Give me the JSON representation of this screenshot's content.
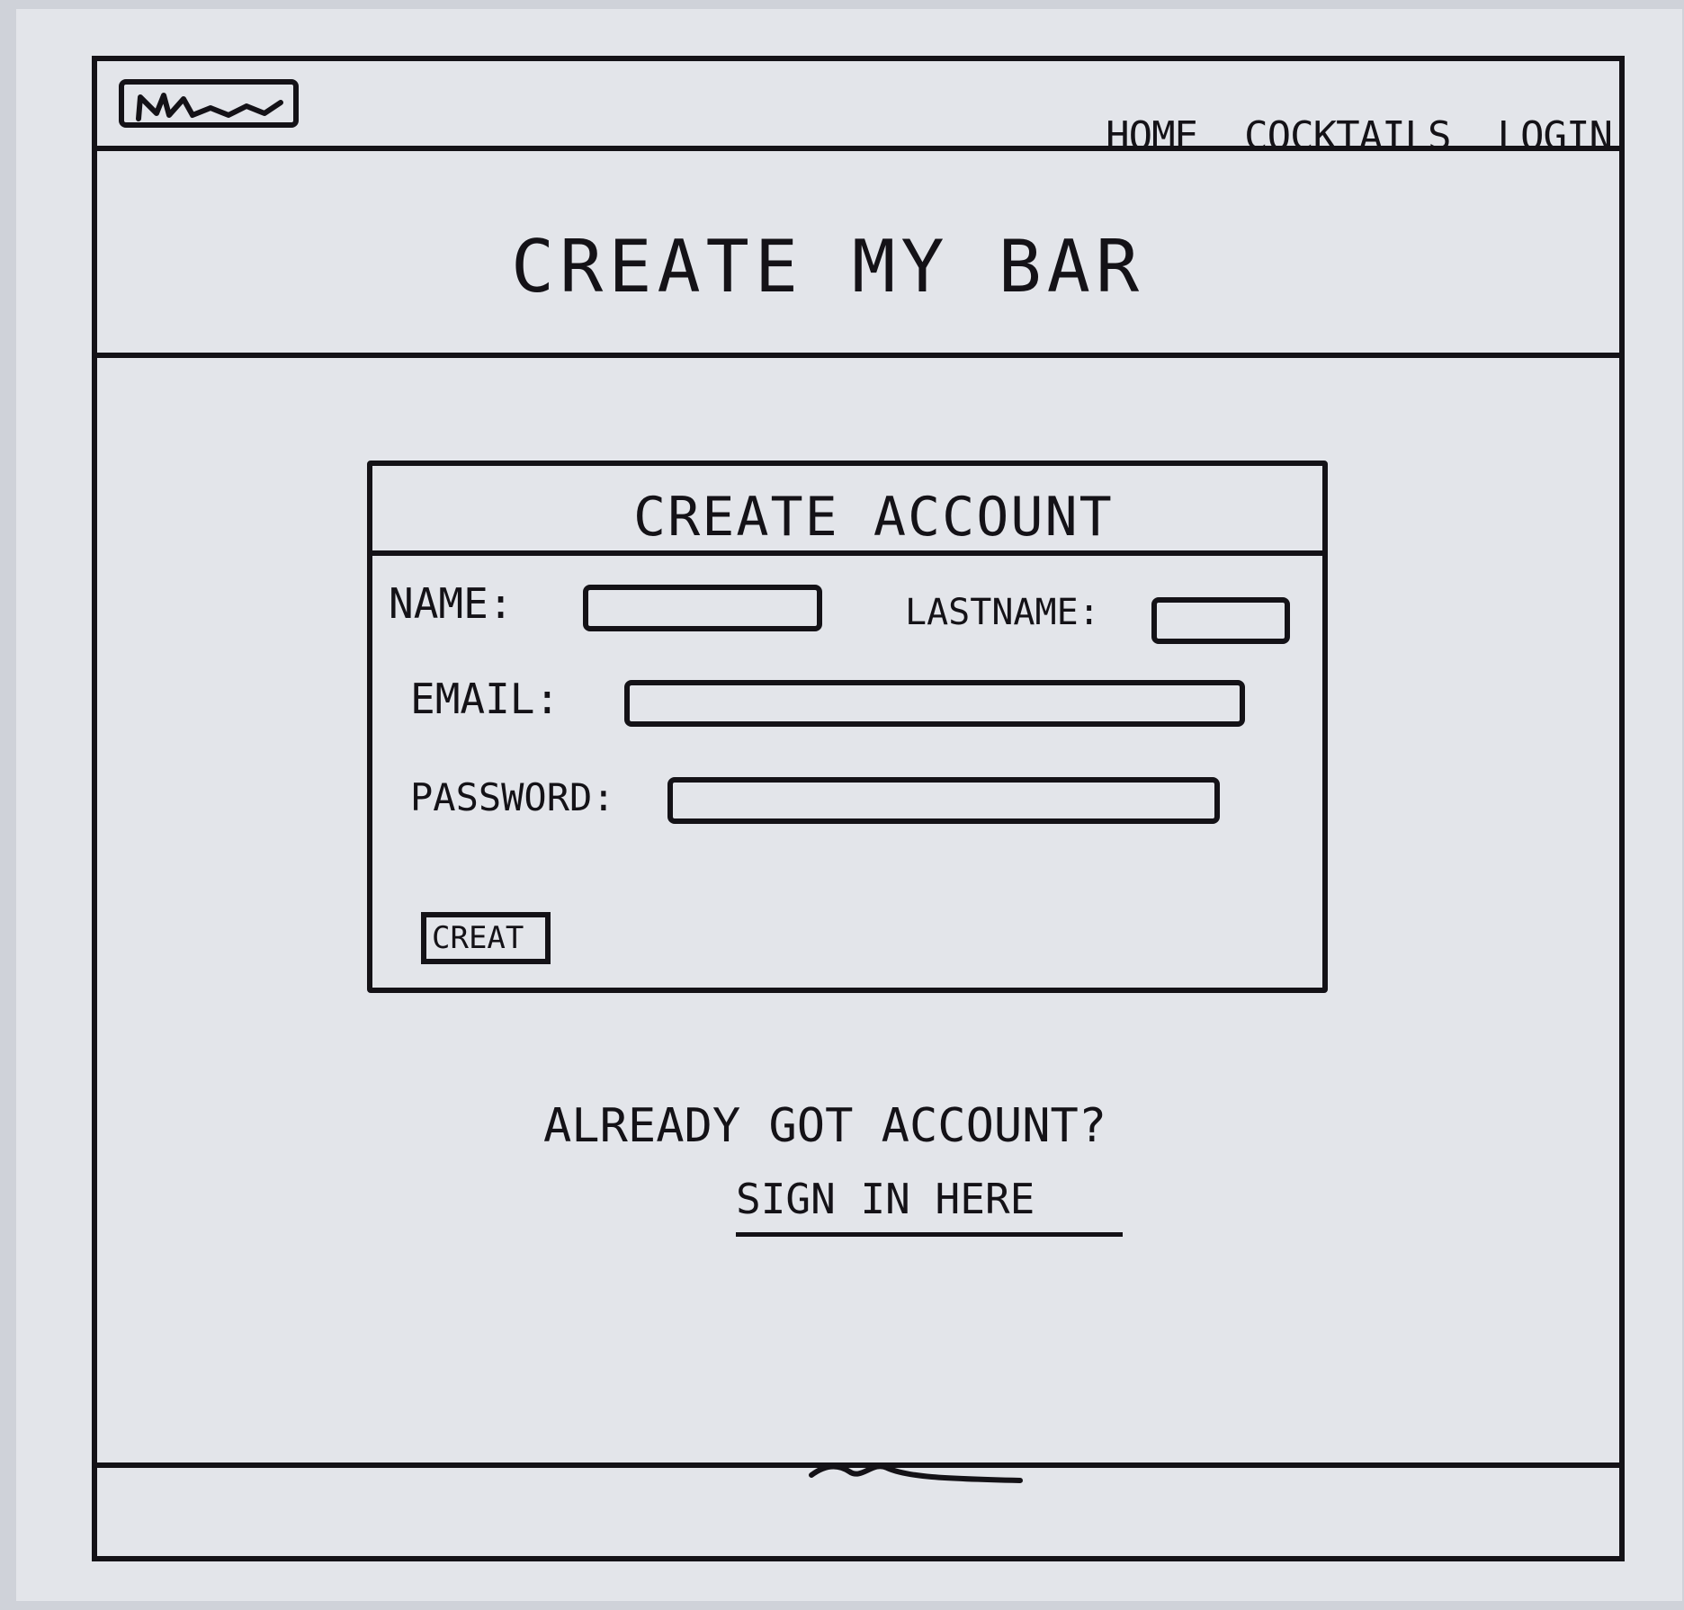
{
  "nav": {
    "logo_icon": "logo-scribble-icon",
    "links": [
      {
        "label": "HOME"
      },
      {
        "label": "COCKTAILS"
      },
      {
        "label": "LOGIN"
      }
    ]
  },
  "hero": {
    "title": "CREATE MY BAR"
  },
  "form": {
    "title": "CREATE ACCOUNT",
    "name_label": "NAME:",
    "lastname_label": "LASTNAME:",
    "email_label": "EMAIL:",
    "password_label": "PASSWORD:",
    "name_value": "",
    "lastname_value": "",
    "email_value": "",
    "password_value": "",
    "create_button_label": "CREAT"
  },
  "signin": {
    "prompt": "ALREADY GOT ACCOUNT?",
    "link_label": "SIGN IN HERE"
  },
  "footer": {
    "mark_icon": "footer-scribble-icon"
  },
  "colors": {
    "ink": "#141217",
    "paper": "#e3e5ea",
    "background": "#cfd2d9"
  }
}
